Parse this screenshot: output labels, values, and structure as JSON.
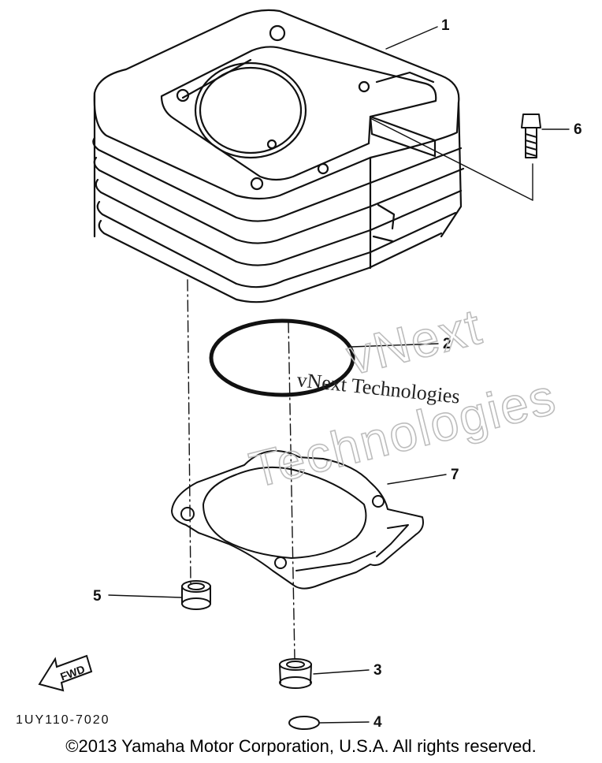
{
  "diagram": {
    "callouts": [
      {
        "id": "1",
        "label": "1"
      },
      {
        "id": "2",
        "label": "2"
      },
      {
        "id": "3",
        "label": "3"
      },
      {
        "id": "4",
        "label": "4"
      },
      {
        "id": "5",
        "label": "5"
      },
      {
        "id": "6",
        "label": "6"
      },
      {
        "id": "7",
        "label": "7"
      }
    ],
    "fwd_label": "FWD",
    "part_code": "1UY110-7020"
  },
  "watermark": {
    "small": "vNext Technologies",
    "big_line1": "vNext",
    "big_line2": "Technologies"
  },
  "footer": {
    "copyright": "©2013 Yamaha Motor Corporation, U.S.A. All rights reserved."
  }
}
